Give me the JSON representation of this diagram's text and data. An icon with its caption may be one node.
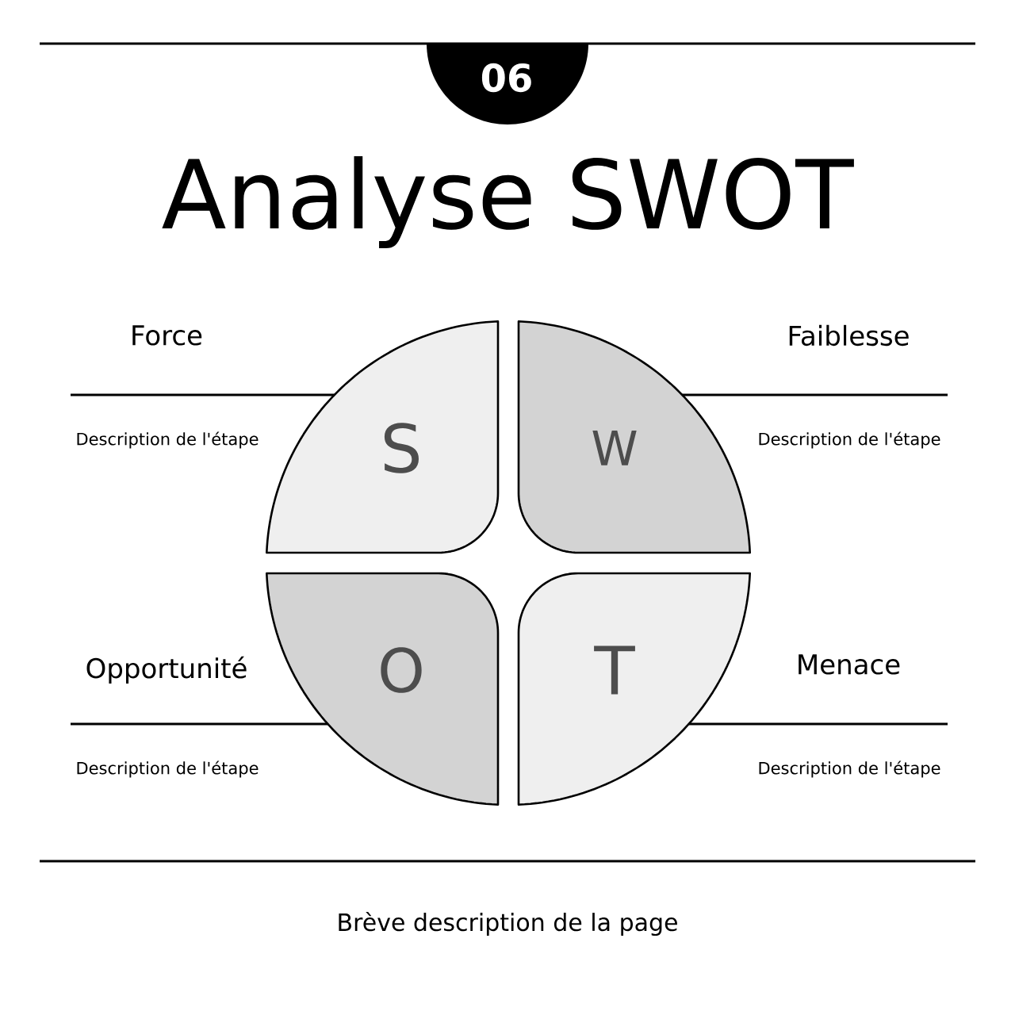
{
  "diagram": {
    "title": "Analyse SWOT",
    "caption": "Brève description de la page",
    "nodes": [
      {
        "text": [
          "06"
        ]
      },
      {
        "text": [
          "S"
        ]
      },
      {
        "text": [
          "W"
        ]
      },
      {
        "text": [
          "O"
        ]
      },
      {
        "text": [
          "T"
        ]
      }
    ],
    "labels": [
      "Force",
      "Description de l'étape",
      "Faiblesse",
      "Description de l'étape",
      "Opportunité",
      "Description de l'étape",
      "Menace",
      "Description de l'étape"
    ]
  }
}
